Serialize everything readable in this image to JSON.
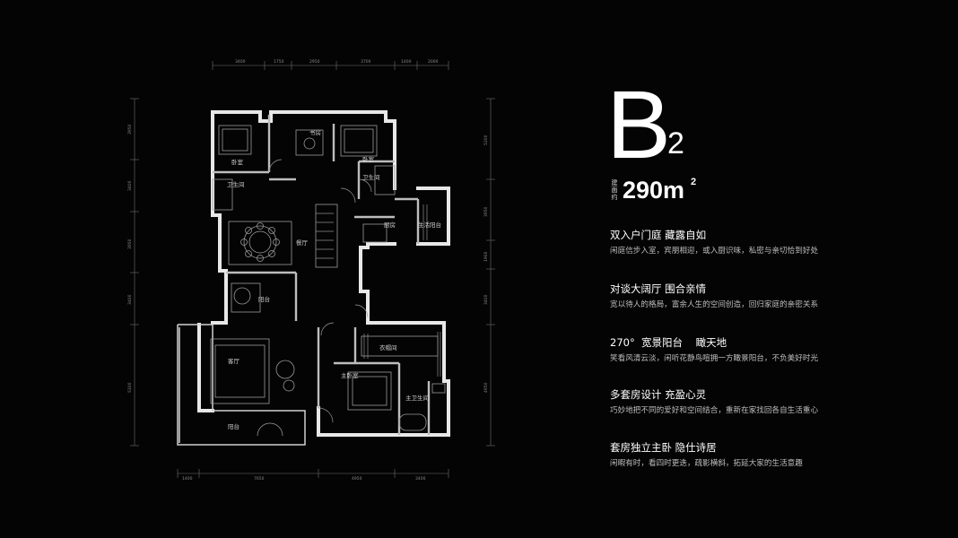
{
  "floorplan": {
    "top_dims": [
      "3400",
      "1750",
      "2950",
      "3700",
      "1400",
      "2000"
    ],
    "bottom_dims": [
      "1400",
      "7650",
      "4950",
      "3400"
    ],
    "left_dims": [
      "3950",
      "3400",
      "3950",
      "3400",
      "5100"
    ],
    "right_dims": [
      "5200",
      "3950",
      "1900",
      "3400",
      "4950"
    ],
    "rooms": {
      "bedroom_left": "卧室",
      "study": "书房",
      "bedroom_right": "卧室",
      "bath_left": "卫生间",
      "bath_right": "卫生间",
      "kitchen": "厨房",
      "service_balcony": "生活阳台",
      "dining": "餐厅",
      "small_balcony": "阳台",
      "living": "客厅",
      "cloakroom": "衣帽间",
      "master_bedroom": "主卧室",
      "master_bath": "主卫生间",
      "balcony": "阳台"
    }
  },
  "unit": {
    "letter": "B",
    "number": "2",
    "area_label": "建面约",
    "area_value": "290m",
    "area_sup": "2"
  },
  "features": [
    {
      "title": "双入户门庭 藏露自如",
      "desc": "闲庭信步入室，宾朋相迎，或入厨识味，私密与亲切恰到好处"
    },
    {
      "title": "对谈大阔厅 围合亲情",
      "desc": "宽以待人的格局，富余人生的空间创造，回归家庭的亲密关系"
    },
    {
      "title": "270°  宽景阳台    瞰天地",
      "desc": "笑看风清云淡，闲听花静鸟喧拥一方瞰景阳台，不负美好时光"
    },
    {
      "title": "多套房设计 充盈心灵",
      "desc": "巧妙地把不同的爱好和空间结合，重新在家找回各自生活重心"
    },
    {
      "title": "套房独立主卧 隐仕诗居",
      "desc": "闲暇有时，看四时更迭，疏影横斜，拓延大家的生活意趣"
    }
  ]
}
